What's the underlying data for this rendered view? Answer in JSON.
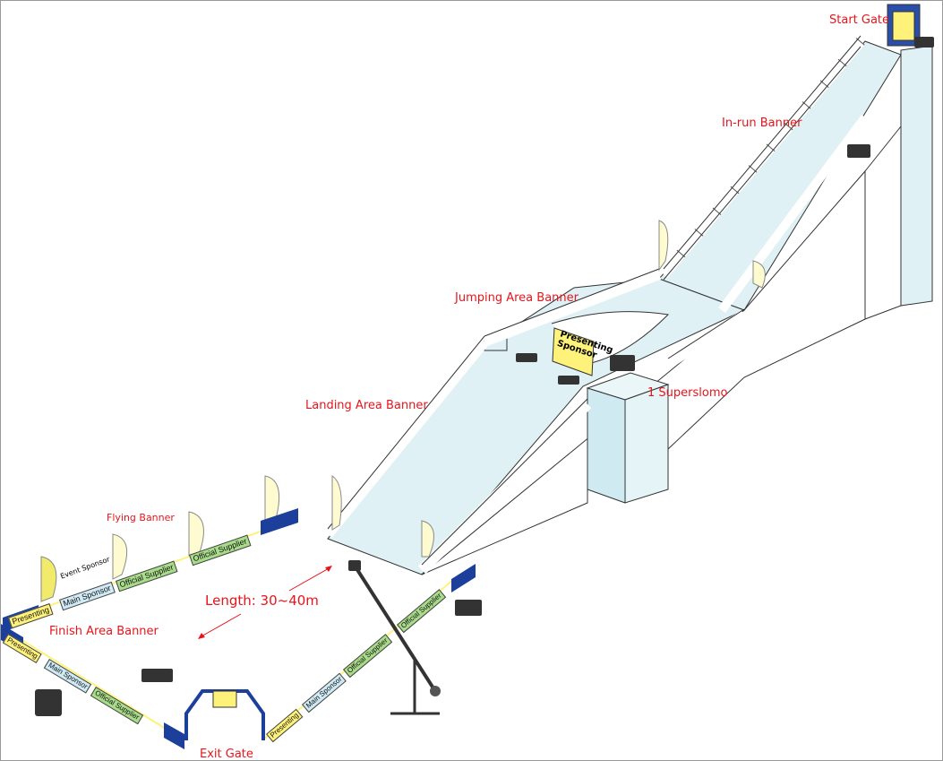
{
  "labels": {
    "start_gate": "Start Gate",
    "inrun_banner": "In-run Banner",
    "jumping_area_banner": "Jumping Area Banner",
    "presenting_sponsor": "Presenting Sponsor",
    "superslomo": "1 Superslomo",
    "landing_area_banner": "Landing Area Banner",
    "flying_banner": "Flying Banner",
    "event_sponsor": "Event Sponsor",
    "length": "Length: 30~40m",
    "finish_area_banner": "Finish Area Banner",
    "exit_gate": "Exit Gate"
  },
  "finish_banners": {
    "presenting": "Presenting",
    "main_sponsor": "Main Sponsor",
    "official_supplier": "Official Supplier"
  },
  "colors": {
    "label": "#e8141c",
    "slope": "#dff1f5",
    "presenting": "#fff27a",
    "main_sponsor": "#cfeaf5",
    "official_supplier": "#a9dc8a",
    "blue_banner": "#1b3f9a"
  }
}
